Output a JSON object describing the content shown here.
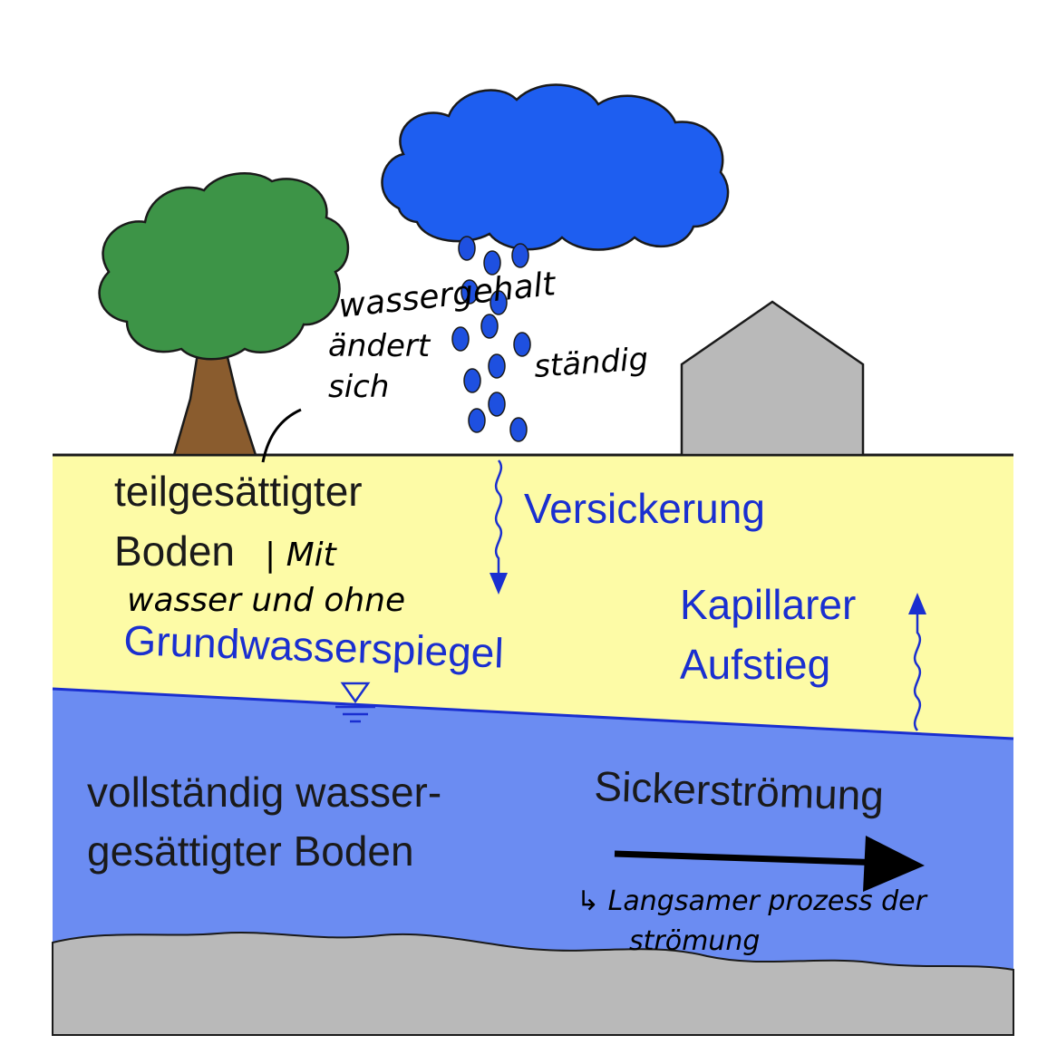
{
  "labels": {
    "unsaturated_zone": [
      "teilgesättigter",
      "Boden"
    ],
    "infiltration": "Versickerung",
    "water_table": "Grundwasserspiegel",
    "capillary_rise": [
      "Kapillarer",
      "Aufstieg"
    ],
    "saturated_zone": [
      "vollständig wasser-",
      "gesättigter Boden"
    ],
    "seepage_flow": "Sickerströmung"
  },
  "handwritten_notes": {
    "near_rain": [
      "wassergehalt",
      "ändert",
      "sich",
      "ständig"
    ],
    "unsaturated_note": [
      "| Mit",
      "wasser und ohne"
    ],
    "seepage_note": [
      "↳ Langsamer  prozess der",
      "strömung"
    ]
  },
  "colors": {
    "sky": "#ffffff",
    "unsaturated_soil": "#fdfba6",
    "saturated_soil": "#6b8cf2",
    "bedrock": "#b9b9b9",
    "cloud": "#1e5ef0",
    "raindrop": "#1e50e0",
    "tree_crown": "#3d9447",
    "tree_trunk": "#8a5c2e",
    "house": "#b9b9b9",
    "blue_text": "#1a2fd0",
    "black_text": "#1a1a1a",
    "water_line": "#1a2fd0",
    "arrow": "#000000"
  }
}
